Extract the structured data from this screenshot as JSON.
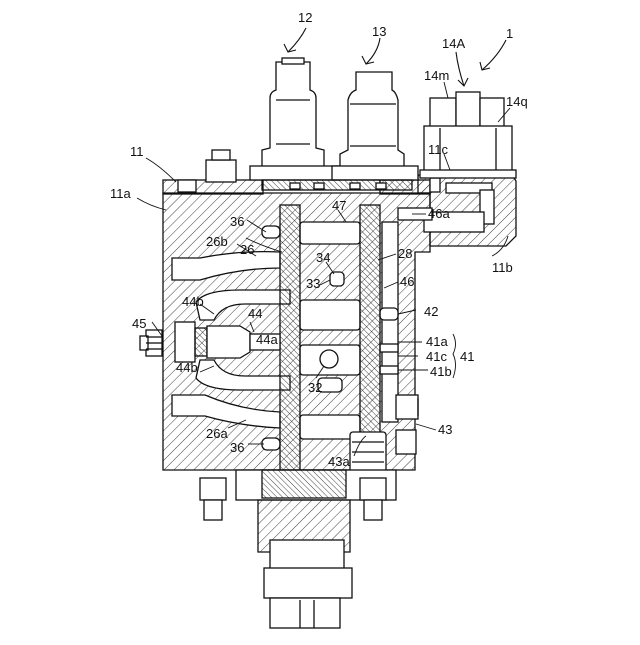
{
  "labels": {
    "l1": "1",
    "l11": "11",
    "l11a": "11a",
    "l11b": "11b",
    "l11c": "11c",
    "l12": "12",
    "l13": "13",
    "l14A": "14A",
    "l14m": "14m",
    "l14q": "14q",
    "l26": "26",
    "l26a": "26a",
    "l26b": "26b",
    "l28": "28",
    "l32": "32",
    "l33": "33",
    "l34": "34",
    "l36a": "36",
    "l36b": "36",
    "l41": "41",
    "l41a": "41a",
    "l41b": "41b",
    "l41c": "41c",
    "l42": "42",
    "l43": "43",
    "l43a": "43a",
    "l44": "44",
    "l44a": "44a",
    "l44b1": "44b",
    "l44b2": "44b",
    "l45": "45",
    "l46": "46",
    "l46a": "46a",
    "l47": "47"
  }
}
